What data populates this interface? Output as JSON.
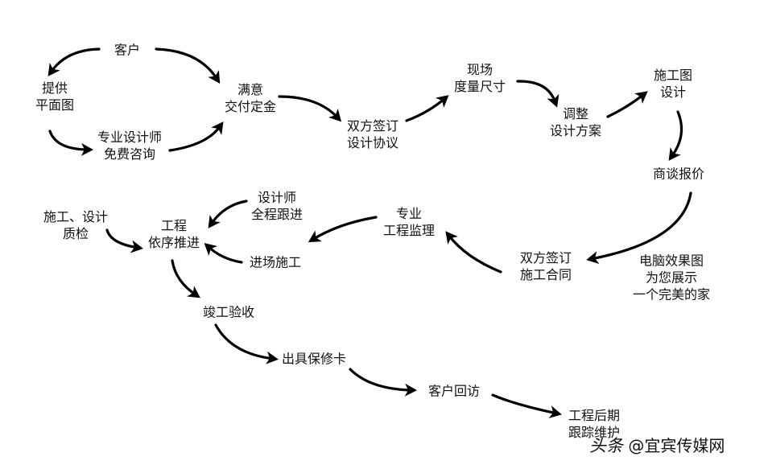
{
  "nodes": {
    "customer": [
      "客户"
    ],
    "floor_plan": [
      "提供",
      "平面图"
    ],
    "designer_free": [
      "专业设计师",
      "免费咨询"
    ],
    "deposit": [
      "满意",
      "交付定金"
    ],
    "design_agreement": [
      "双方签订",
      "设计协议"
    ],
    "site_measure": [
      "现场",
      "度量尺寸"
    ],
    "adjust_plan": [
      "调整",
      "设计方案"
    ],
    "construction_drawing": [
      "施工图",
      "设计"
    ],
    "quote": [
      "商谈报价"
    ],
    "render": [
      "电脑效果图",
      "为您展示",
      "一个完美的家"
    ],
    "construction_contract": [
      "双方签订",
      "施工合同"
    ],
    "supervision": [
      "专业",
      "工程监理"
    ],
    "designer_follow": [
      "设计师",
      "全程跟进"
    ],
    "site_construction": [
      "进场施工"
    ],
    "quality_check": [
      "施工、设计",
      "质检"
    ],
    "project_progress": [
      "工程",
      "依序推进"
    ],
    "acceptance": [
      "竣工验收"
    ],
    "warranty_card": [
      "出具保修卡"
    ],
    "revisit": [
      "客户回访"
    ],
    "maintenance": [
      "工程后期",
      "跟踪维护"
    ]
  },
  "watermark": {
    "logo": "头条",
    "account": "@宜宾传媒网"
  },
  "colors": {
    "arrow": "#000000",
    "text": "#111111",
    "background": "#ffffff"
  }
}
